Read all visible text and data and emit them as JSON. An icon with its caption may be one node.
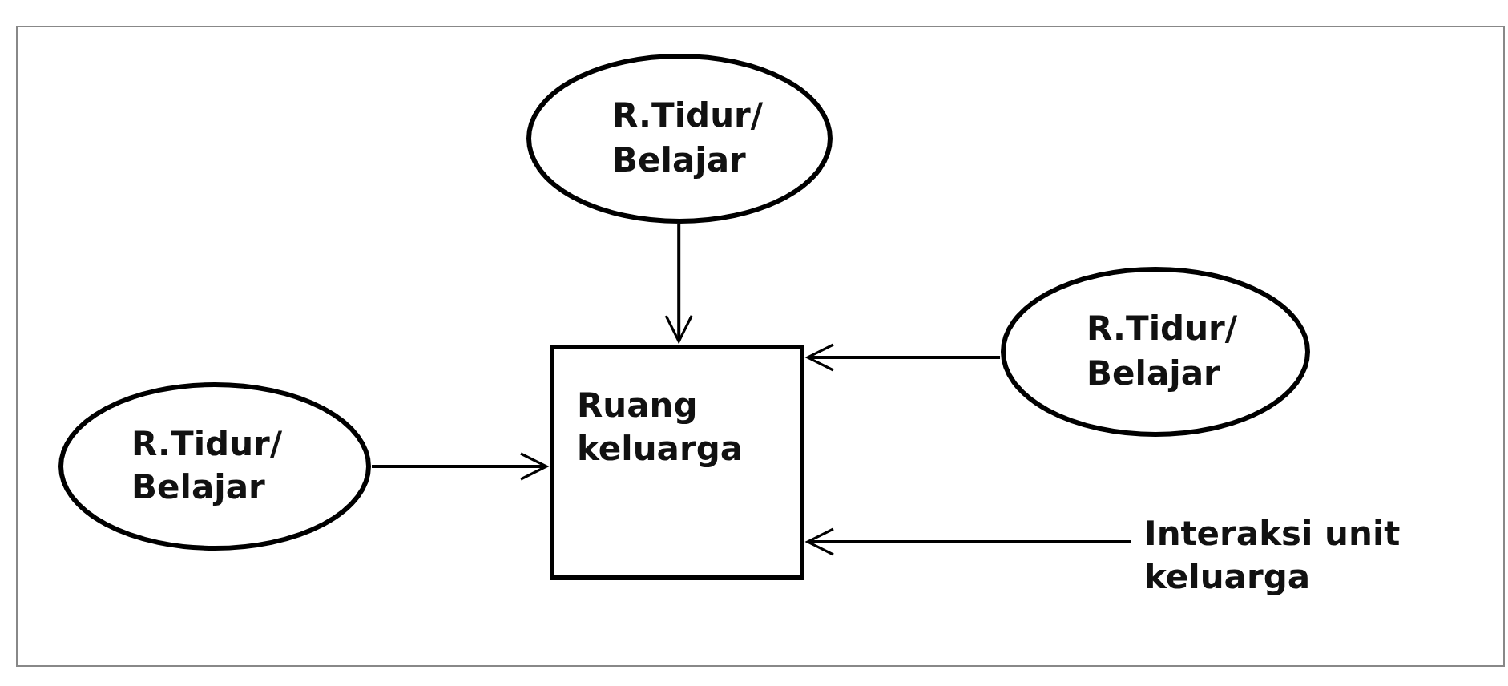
{
  "diagram": {
    "nodes": [
      {
        "text": [
          "R.Tidur/ Belajar"
        ]
      },
      {
        "text": [
          "R.Tidur/ Belajar"
        ]
      },
      {
        "text": [
          "Ruang keluarga"
        ]
      },
      {
        "text": [
          "R.Tidur/ Belajar"
        ]
      },
      {
        "text": [
          "Interaksi unit keluarga"
        ]
      }
    ],
    "edges": [
      {
        "from": 0,
        "to": 2,
        "arrow": "to"
      },
      {
        "from": 1,
        "to": 2,
        "arrow": "to"
      },
      {
        "from": 3,
        "to": 2,
        "arrow": "to"
      },
      {
        "from": 4,
        "to": 2,
        "arrow": "to"
      }
    ]
  }
}
